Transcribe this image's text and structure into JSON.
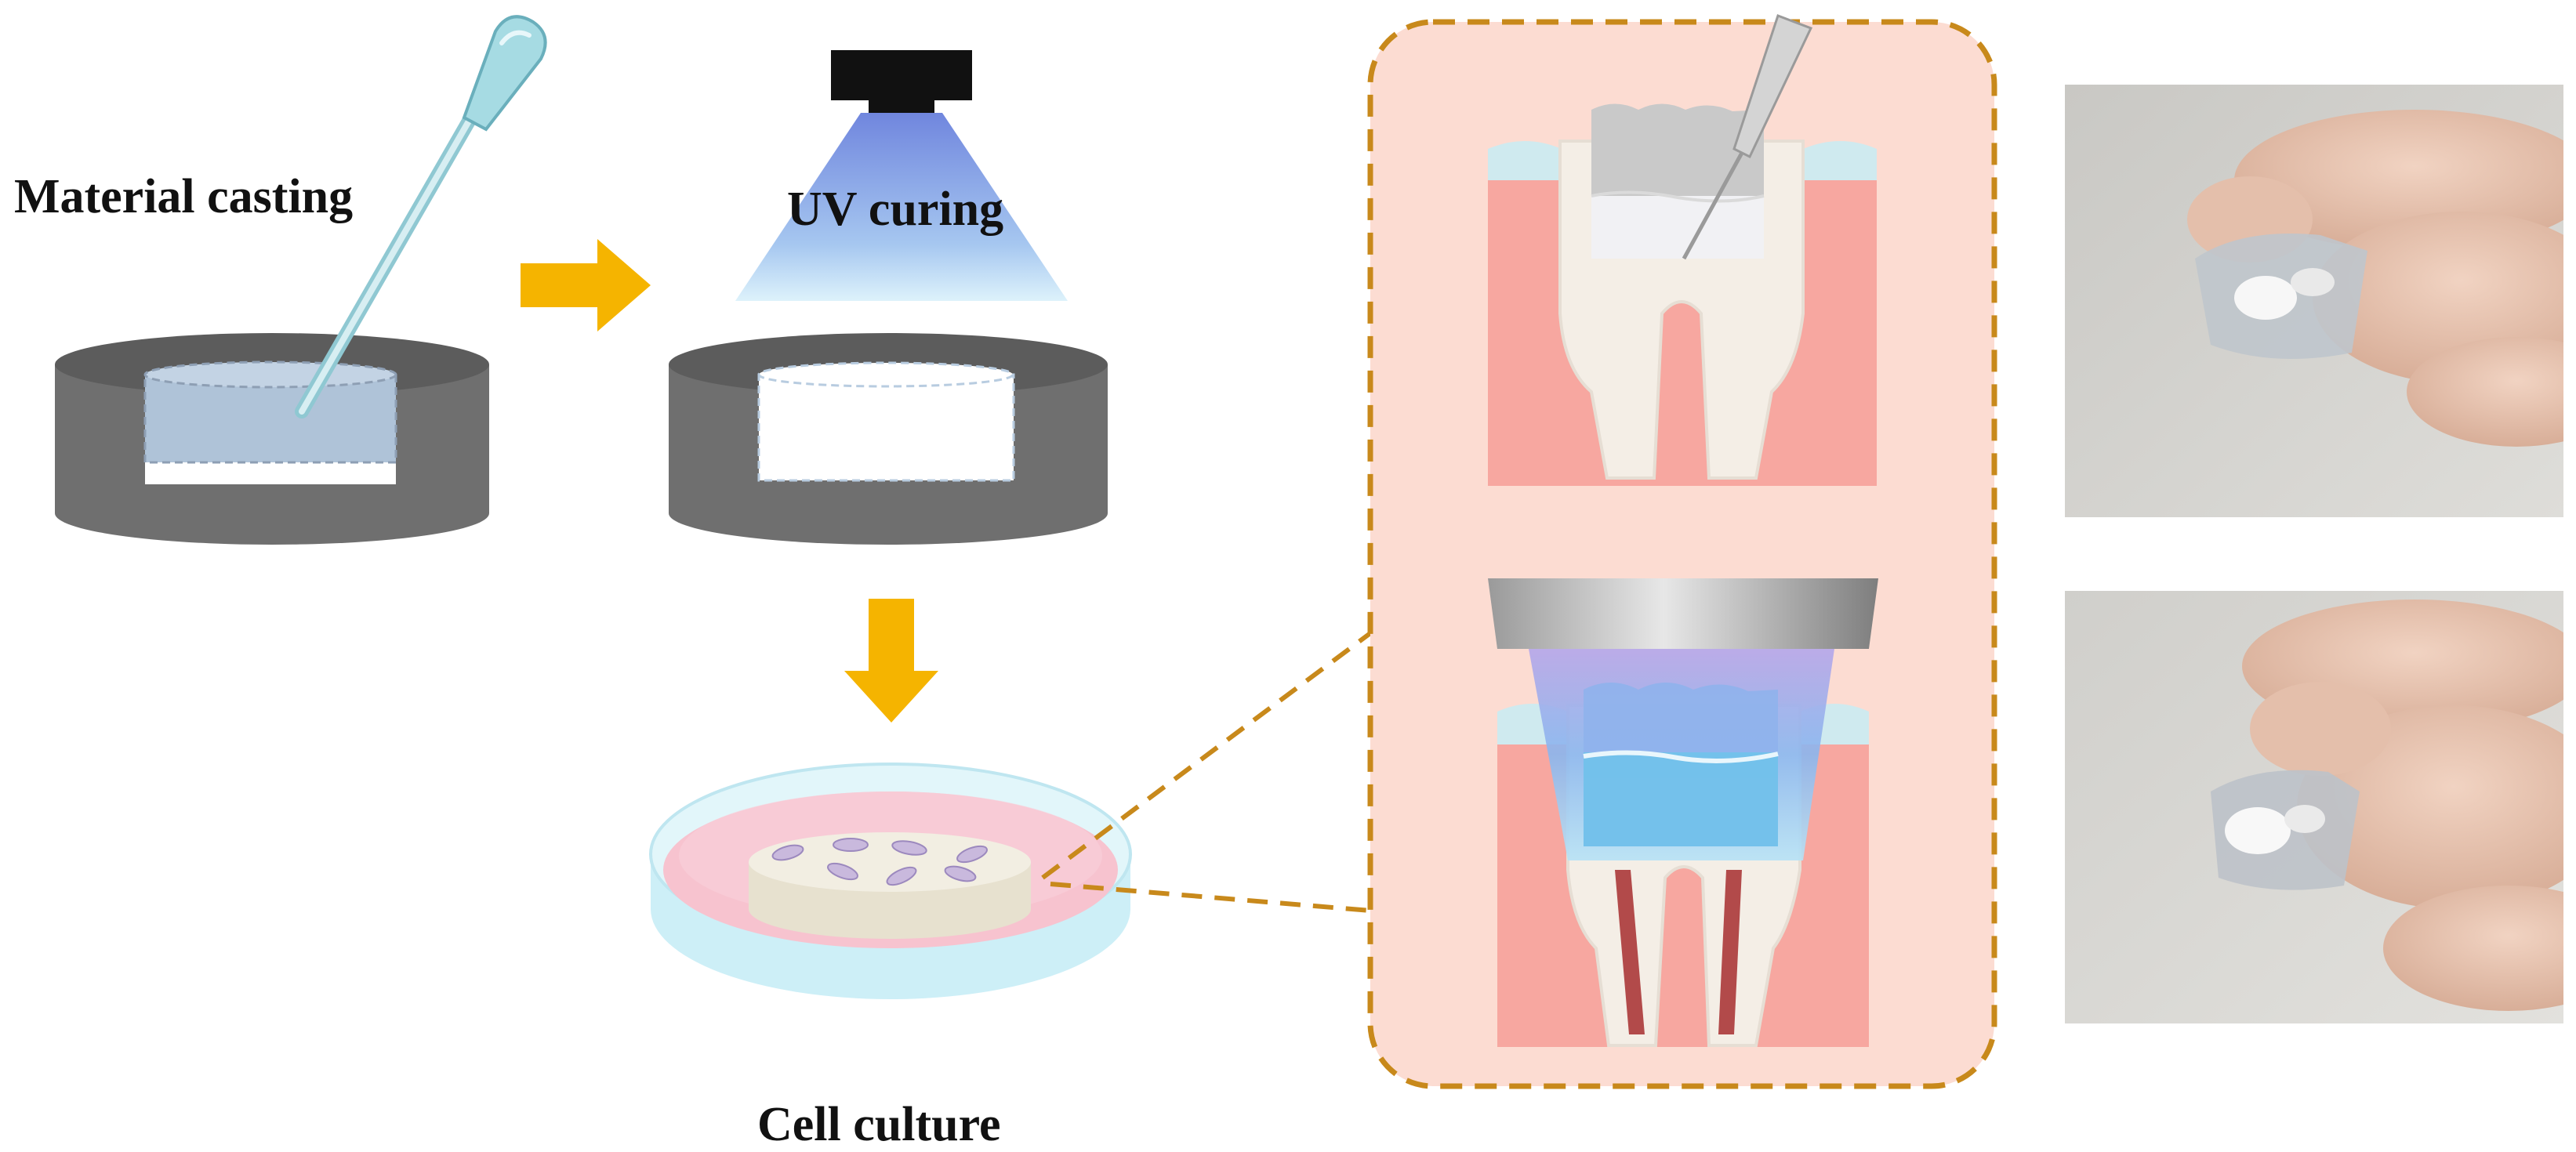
{
  "labels": {
    "material_casting": "Material casting",
    "uv_curing": "UV curing",
    "cell_culture": "Cell culture"
  },
  "colors": {
    "arrow": "#F5B400",
    "mold_gray": "#6F6F6F",
    "mold_rim": "#5E5E5E",
    "material_blue": "#AFC3D8",
    "uv_top": "#6F86E0",
    "uv_bottom": "#BFE3F5",
    "panel_fill": "#FCDCD2",
    "panel_border": "#C8891B",
    "gum": "#F7A7A0",
    "enamel": "#F4EEE6",
    "pulp_red": "#B24A4A",
    "dish_blue": "#CDEFF7",
    "medium_pink": "#F7C3CF",
    "scaffold": "#EDE8D8"
  },
  "icons": [
    "pipette-icon",
    "uv-lamp-icon",
    "syringe-icon",
    "curing-light-icon",
    "cell-icon",
    "tooth-icon"
  ],
  "photos": [
    "hand-holding-sample-photo-1",
    "hand-holding-sample-photo-2"
  ]
}
